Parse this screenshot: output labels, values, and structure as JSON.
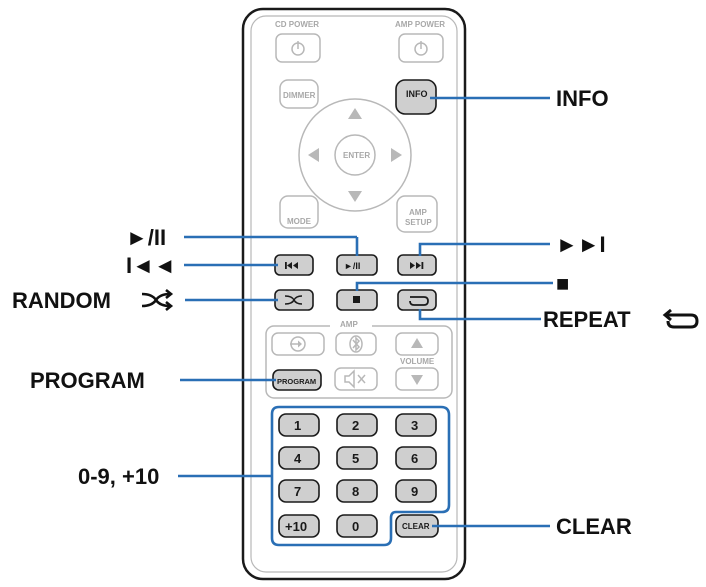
{
  "remote": {
    "top_labels": {
      "cd_power": "CD POWER",
      "amp_power": "AMP POWER"
    },
    "buttons": {
      "dimmer": "DIMMER",
      "info": "INFO",
      "enter": "ENTER",
      "mode": "MODE",
      "amp_setup_line1": "AMP",
      "amp_setup_line2": "SETUP",
      "amp_section": "AMP",
      "volume": "VOLUME",
      "program": "PROGRAM",
      "clear": "CLEAR",
      "play_pause": "►/II"
    },
    "number_keys": [
      "1",
      "2",
      "3",
      "4",
      "5",
      "6",
      "7",
      "8",
      "9",
      "+10",
      "0"
    ]
  },
  "callouts": {
    "info": "INFO",
    "play_pause": "►/II",
    "skip_back": "I◄◄",
    "random": "RANDOM",
    "program": "PROGRAM",
    "numbers": "0-9, +10",
    "skip_forward": "►►I",
    "stop": "■",
    "repeat": "REPEAT",
    "clear": "CLEAR"
  },
  "colors": {
    "callout": "#2a6fb5",
    "body_outline": "#1a1a1a",
    "faint": "#b8b8b8"
  }
}
